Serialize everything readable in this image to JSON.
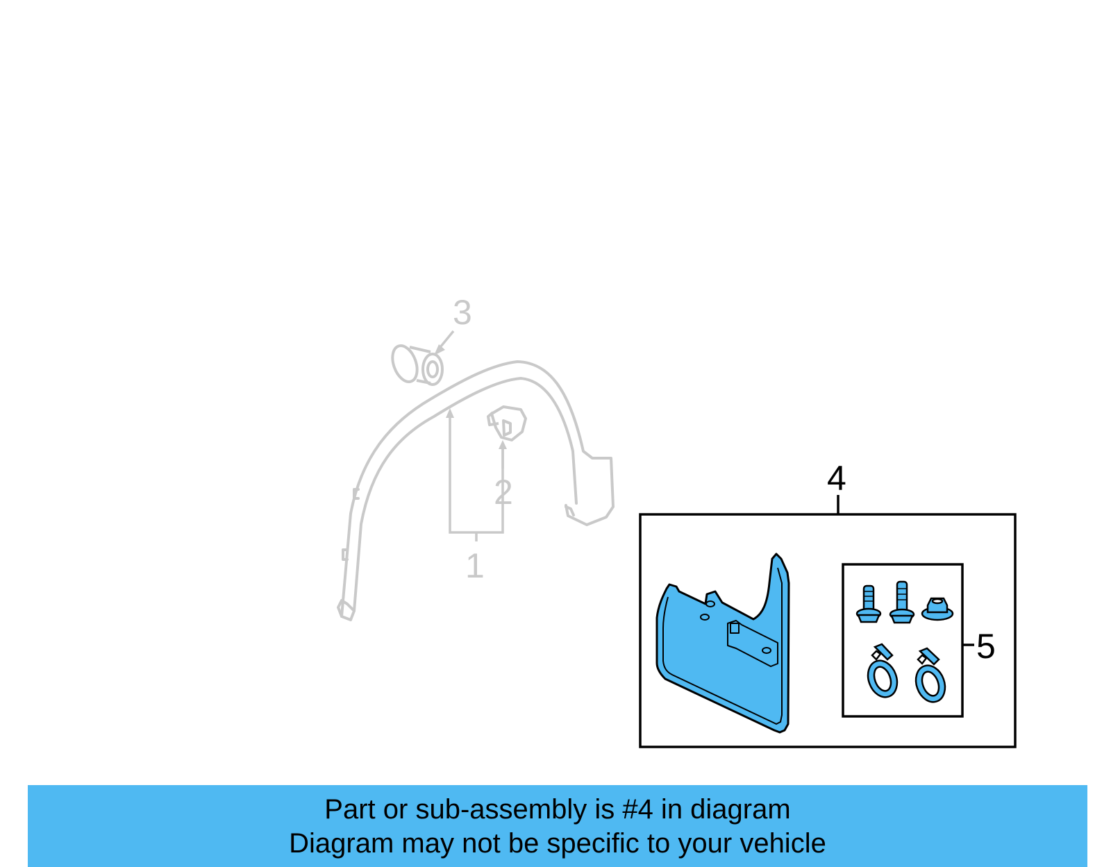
{
  "diagram": {
    "callouts": {
      "c1": "1",
      "c2": "2",
      "c3": "3",
      "c4": "4",
      "c5": "5"
    }
  },
  "colors": {
    "highlight": "#4fb9f2",
    "ghost_line": "#c9c9c9",
    "outline": "#000000",
    "banner": "#4fb9f2"
  },
  "banner": {
    "line1": "Part or sub-assembly is #4 in diagram",
    "line2": "Diagram may not be specific to your vehicle"
  }
}
